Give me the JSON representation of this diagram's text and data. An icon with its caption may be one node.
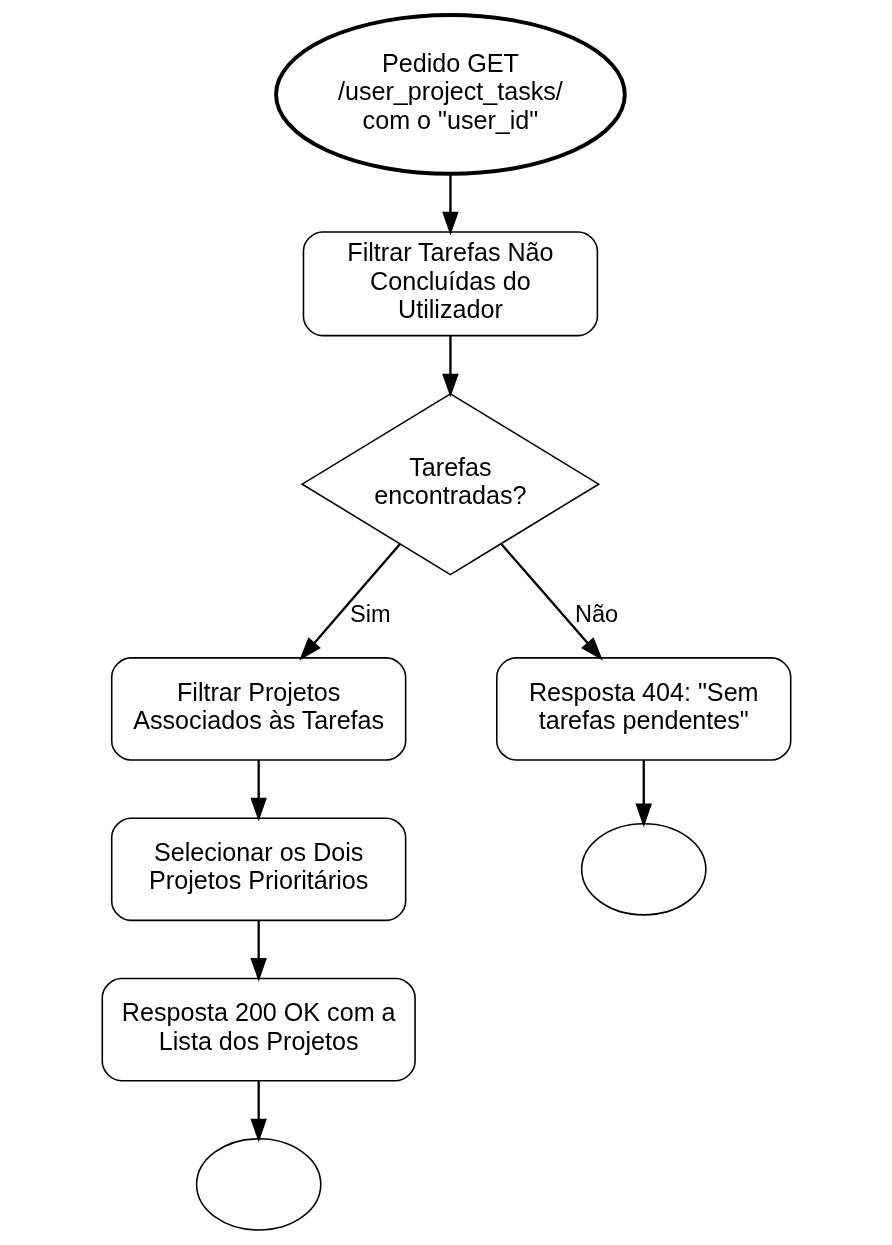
{
  "diagram": {
    "nodes": [
      {
        "text": [
          "Pedido GET /user_project_tasks/ com o \"user_id\""
        ]
      },
      {
        "text": [
          "Filtrar Tarefas Não Concluídas do Utilizador"
        ]
      },
      {
        "text": [
          "Tarefas encontradas?"
        ]
      },
      {
        "text": [
          "Filtrar Projetos Associados às Tarefas"
        ]
      },
      {
        "text": [
          "Resposta 404: \"Sem tarefas pendentes\""
        ]
      },
      {
        "text": [
          "Selecionar os Dois Projetos Prioritários"
        ]
      },
      {
        "text": [],
        "shape": "circle"
      },
      {
        "text": [
          "Resposta 200 OK com a Lista dos Projetos"
        ]
      },
      {
        "text": [],
        "shape": "circle"
      }
    ],
    "edges": [
      {
        "from": 0,
        "to": 1,
        "arrow": "to"
      },
      {
        "from": 1,
        "to": 2,
        "arrow": "to"
      },
      {
        "from": 2,
        "to": 3,
        "arrow": "to",
        "label": "Sim"
      },
      {
        "from": 2,
        "to": 4,
        "arrow": "to",
        "label": "Não"
      },
      {
        "from": 4,
        "to": 6,
        "arrow": "to"
      },
      {
        "from": 3,
        "to": 5,
        "arrow": "to"
      },
      {
        "from": 5,
        "to": 7,
        "arrow": "to"
      },
      {
        "from": 7,
        "to": 8,
        "arrow": "to"
      }
    ]
  }
}
